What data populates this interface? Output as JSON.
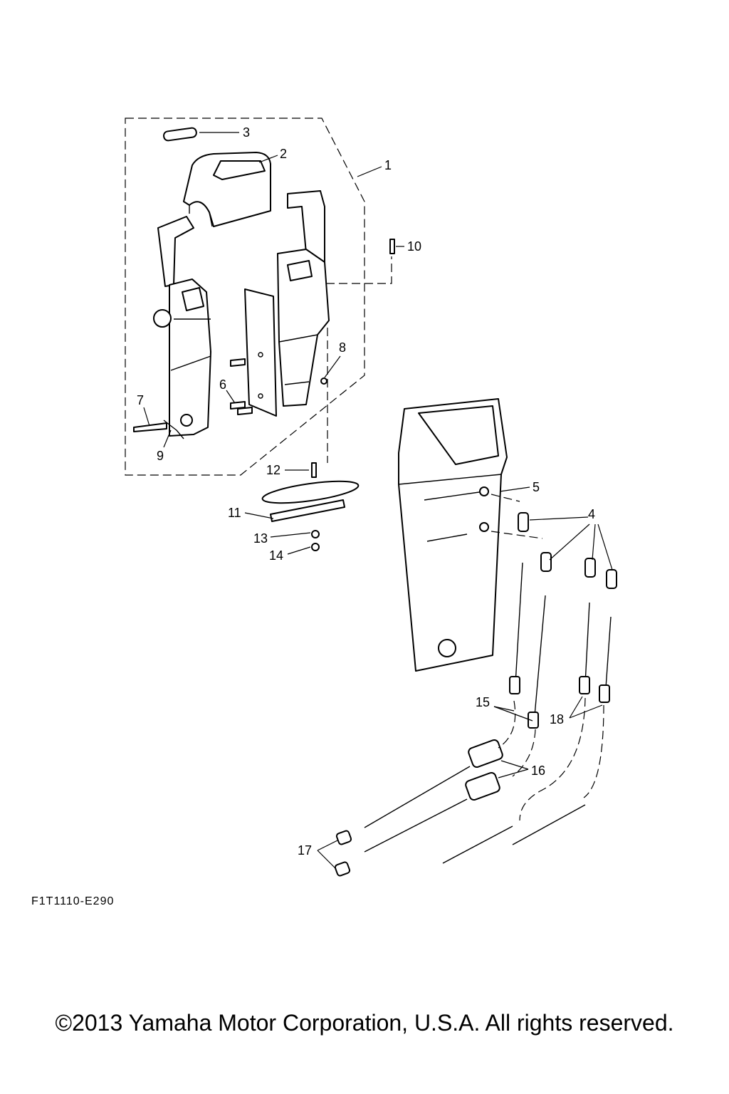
{
  "diagram": {
    "figure_code": "F1T1110-E290",
    "copyright": "©2013 Yamaha Motor Corporation, U.S.A. All rights reserved.",
    "callouts": {
      "c1": "1",
      "c2": "2",
      "c3": "3",
      "c4": "4",
      "c5": "5",
      "c6": "6",
      "c7": "7",
      "c8": "8",
      "c9": "9",
      "c10": "10",
      "c11": "11",
      "c12": "12",
      "c13": "13",
      "c14": "14",
      "c15": "15",
      "c16": "16",
      "c17": "17",
      "c18": "18"
    }
  }
}
